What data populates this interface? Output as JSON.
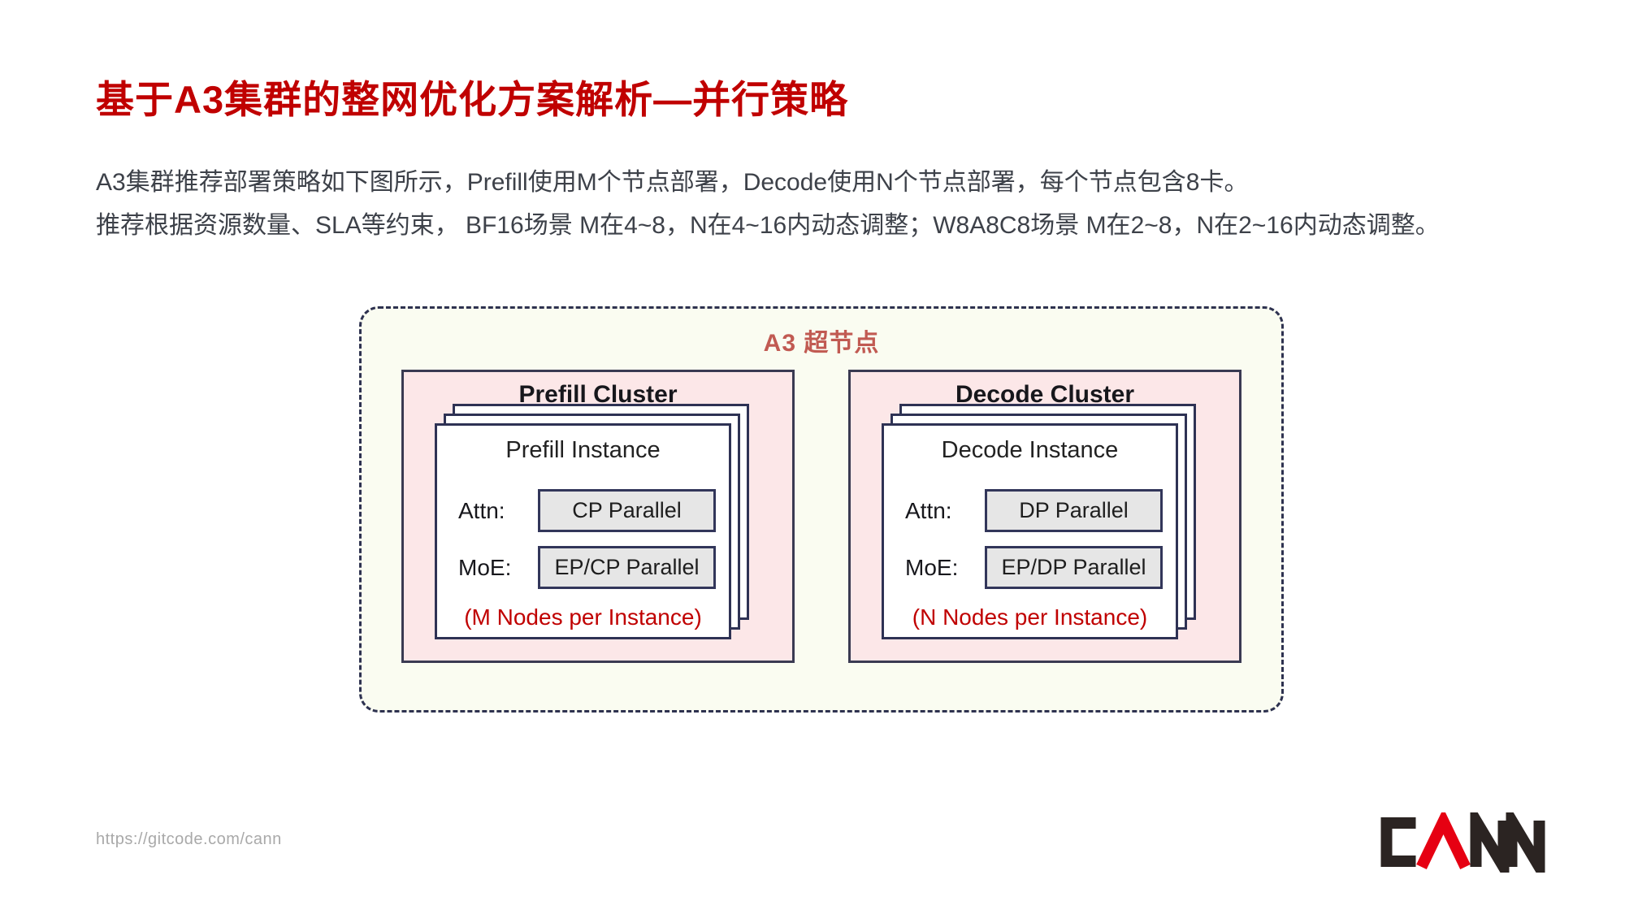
{
  "slide": {
    "title": "基于A3集群的整网优化方案解析—并行策略",
    "body_lines": [
      "A3集群推荐部署策略如下图所示，Prefill使用M个节点部署，Decode使用N个节点部署，每个节点包含8卡。",
      "推荐根据资源数量、SLA等约束， BF16场景 M在4~8，N在4~16内动态调整；W8A8C8场景 M在2~8，N在2~16内动态调整。"
    ],
    "footer": {
      "url": "https://gitcode.com/cann",
      "logo_text": "CANN"
    }
  },
  "diagram": {
    "label": "A3 超节点",
    "clusters": [
      {
        "title": "Prefill Cluster",
        "instance_title": "Prefill Instance",
        "rows": [
          {
            "label": "Attn:",
            "value": "CP Parallel"
          },
          {
            "label": "MoE:",
            "value": "EP/CP Parallel"
          }
        ],
        "note": "(M Nodes per Instance)"
      },
      {
        "title": "Decode Cluster",
        "instance_title": "Decode Instance",
        "rows": [
          {
            "label": "Attn:",
            "value": "DP Parallel"
          },
          {
            "label": "MoE:",
            "value": "EP/DP Parallel"
          }
        ],
        "note": "(N Nodes per Instance)"
      }
    ]
  },
  "colors": {
    "title_red": "#C00000",
    "note_red": "#C00000",
    "supernode_label": "#C15A52",
    "diagram_background": "#FAFCF1",
    "cluster_pink": "#FCE7E8",
    "border_navy": "#2E3254",
    "chip_gray": "#E6E6E6",
    "body_text": "#3D4149",
    "footer_gray": "#A9A9A9",
    "logo_dark": "#2B2422",
    "logo_red": "#E60012"
  }
}
